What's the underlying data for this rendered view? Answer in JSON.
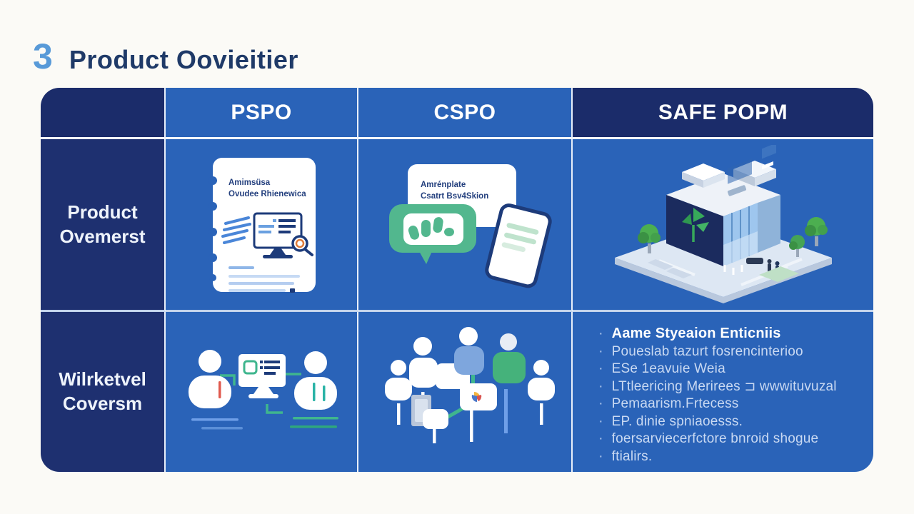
{
  "title": {
    "number": "3",
    "text": "Product Oovieitier"
  },
  "table": {
    "columns": [
      {
        "label": "PSPO"
      },
      {
        "label": "CSPO"
      },
      {
        "label": "SAFE POPM"
      }
    ],
    "rows": [
      {
        "line1": "Product",
        "line2": "Ovemerst"
      },
      {
        "line1": "Wilrketvel",
        "line2": "Coversm"
      }
    ]
  },
  "cells": {
    "pspo_overview": {
      "book_title_line1": "Amimsüsa",
      "book_title_line2": "Ovudee Rhienewica"
    },
    "cspo_overview": {
      "card_title_line1": "Amrénplate",
      "card_title_line2": "Csatrt Bsv4Skion"
    },
    "safe_workload": {
      "bullet_char": "·",
      "bullets": [
        "Aame Styeaion Enticniis",
        "Poueslab tazurt fosrencinterioo",
        "ESe 1eavuie Weia",
        "LTtleericing Merirees ⊐ wwwituvuzal",
        "Pemaarism.Frtecess",
        "EP. dinie spniaoesss.",
        "foersarviecerfctore bnroid shogue",
        "ftialirs."
      ]
    }
  },
  "colors": {
    "navy": "#1b2c6a",
    "label_navy": "#1e3070",
    "cell_blue": "#2a63b8",
    "accent_green": "#52b78e",
    "title_number_blue": "#589ad8",
    "title_text_navy": "#1f3a68"
  }
}
